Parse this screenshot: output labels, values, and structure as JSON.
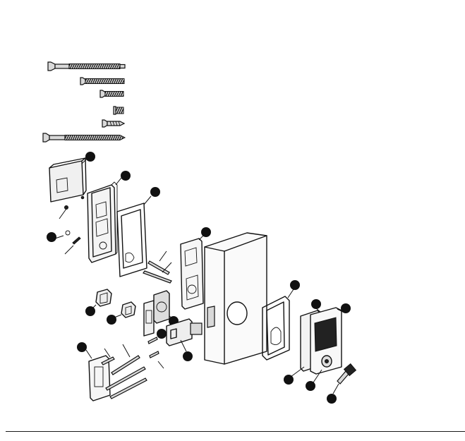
{
  "colors": {
    "ink": "#111111",
    "shade": "#d9d9d9",
    "paper": "#ffffff"
  },
  "screws": [
    {
      "name": "long-machine-screw-icon"
    },
    {
      "name": "medium-machine-screw-icon"
    },
    {
      "name": "short-threaded-screw-icon"
    },
    {
      "name": "set-screw-icon"
    },
    {
      "name": "wood-screw-icon"
    },
    {
      "name": "long-wood-screw-icon"
    }
  ],
  "parts": [
    {
      "name": "battery-cover-part"
    },
    {
      "name": "interior-assembly-part"
    },
    {
      "name": "interior-gasket-part"
    },
    {
      "name": "mounting-plate-part"
    },
    {
      "name": "door-part"
    },
    {
      "name": "exterior-gasket-part"
    },
    {
      "name": "exterior-keypad-assembly-part"
    },
    {
      "name": "key-part"
    },
    {
      "name": "latch-part"
    },
    {
      "name": "strike-plate-part"
    },
    {
      "name": "adapter-ring-part"
    }
  ]
}
